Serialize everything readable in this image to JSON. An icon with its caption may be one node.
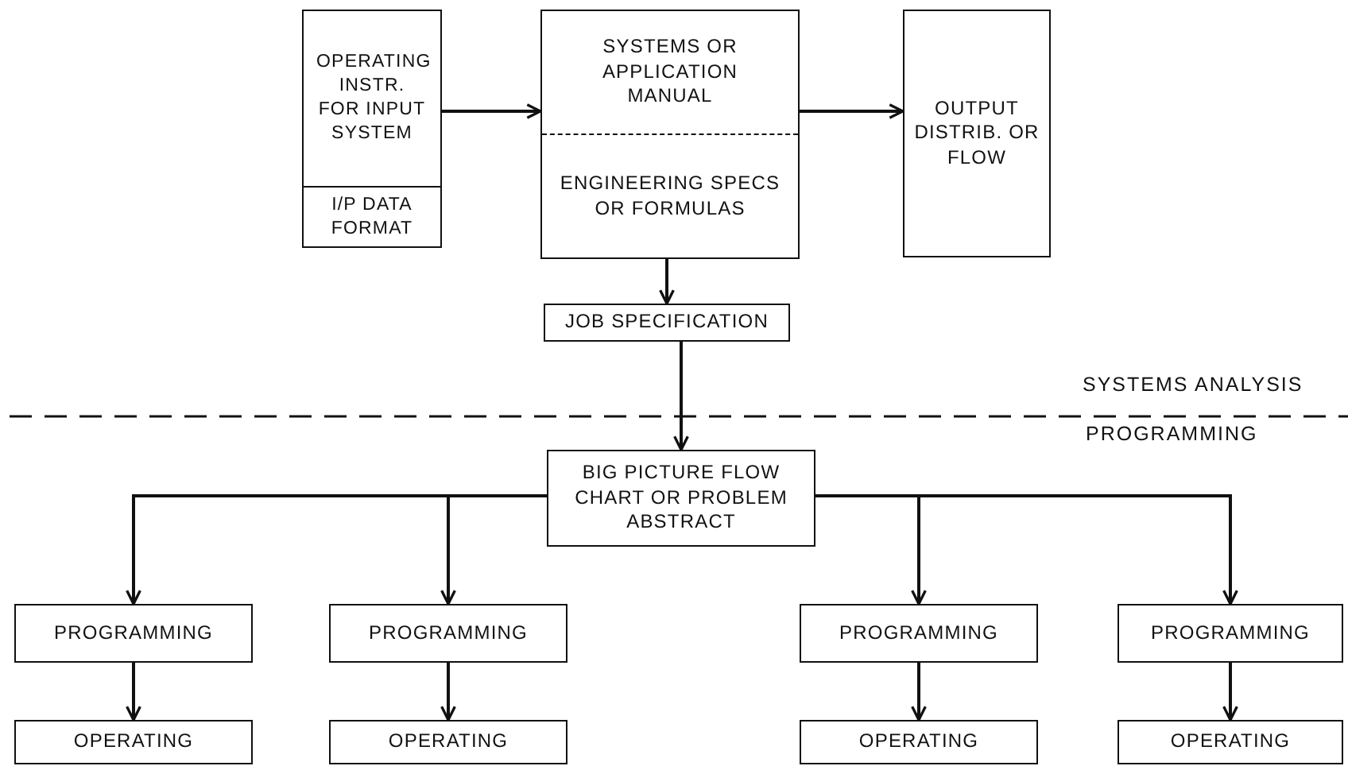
{
  "diagram": {
    "nodes": [
      {
        "text": [
          "OPERATING INSTR. FOR INPUT SYSTEM",
          "I/P DATA FORMAT"
        ]
      },
      {
        "text": [
          "SYSTEMS OR APPLICATION MANUAL",
          "ENGINEERING SPECS OR FORMULAS"
        ]
      },
      {
        "text": [
          "OUTPUT DISTRIB. OR FLOW"
        ]
      },
      {
        "text": [
          "JOB SPECIFICATION"
        ]
      },
      {
        "text": [
          "BIG PICTURE FLOW CHART OR PROBLEM ABSTRACT"
        ]
      },
      {
        "text": [
          "PROGRAMMING"
        ]
      },
      {
        "text": [
          "PROGRAMMING"
        ]
      },
      {
        "text": [
          "PROGRAMMING"
        ]
      },
      {
        "text": [
          "PROGRAMMING"
        ]
      },
      {
        "text": [
          "OPERATING"
        ]
      },
      {
        "text": [
          "OPERATING"
        ]
      },
      {
        "text": [
          "OPERATING"
        ]
      },
      {
        "text": [
          "OPERATING"
        ]
      }
    ],
    "edges": [
      {
        "from": 0,
        "to": 1,
        "arrow": "to"
      },
      {
        "from": 1,
        "to": 2,
        "arrow": "to"
      },
      {
        "from": 1,
        "to": 3,
        "arrow": "to"
      },
      {
        "from": 3,
        "to": 4,
        "arrow": "to"
      },
      {
        "from": 4,
        "to": 5,
        "arrow": "to"
      },
      {
        "from": 4,
        "to": 6,
        "arrow": "to"
      },
      {
        "from": 4,
        "to": 7,
        "arrow": "to"
      },
      {
        "from": 4,
        "to": 8,
        "arrow": "to"
      },
      {
        "from": 5,
        "to": 9,
        "arrow": "to"
      },
      {
        "from": 6,
        "to": 10,
        "arrow": "to"
      },
      {
        "from": 7,
        "to": 11,
        "arrow": "to"
      },
      {
        "from": 8,
        "to": 12,
        "arrow": "to"
      }
    ],
    "labels": [
      "SYSTEMS ANALYSIS",
      "PROGRAMMING"
    ]
  }
}
